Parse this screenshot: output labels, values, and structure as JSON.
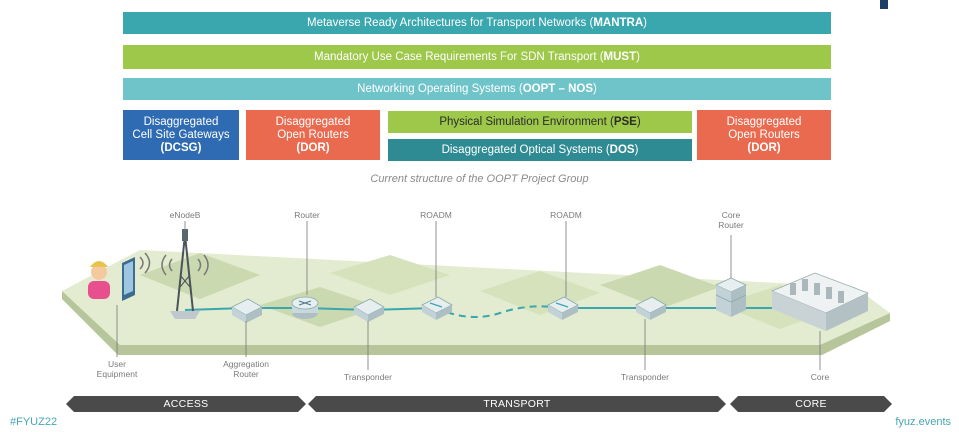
{
  "bars": [
    {
      "text": "Metaverse Ready Architectures for Transport Networks (",
      "bold": "MANTRA",
      "end": ")",
      "color": "#3aa6ae"
    },
    {
      "text": "Mandatory Use Case Requirements For SDN Transport (",
      "bold": "MUST",
      "end": ")",
      "color": "#9dc84a"
    },
    {
      "text": "Networking Operating Systems (",
      "bold": "OOPT – NOS",
      "end": ")",
      "color": "#6fc4c9"
    }
  ],
  "boxes": {
    "dcsg": {
      "line1": "Disaggregated",
      "line2": "Cell Site Gateways",
      "abbr": "(DCSG)",
      "color": "#2e6bb3"
    },
    "dor_left": {
      "line1": "Disaggregated",
      "line2": "Open Routers",
      "abbr": "(DOR)",
      "color": "#ea6a4f"
    },
    "pse": {
      "text": "Physical Simulation Environment (",
      "bold": "PSE",
      "end": ")",
      "color": "#9dc84a"
    },
    "dos": {
      "text": "Disaggregated Optical Systems (",
      "bold": "DOS",
      "end": ")",
      "color": "#2f8b93"
    },
    "dor_right": {
      "line1": "Disaggregated",
      "line2": "Open Routers",
      "abbr": "(DOR)",
      "color": "#ea6a4f"
    }
  },
  "caption": "Current structure of the OOPT Project Group",
  "network": {
    "top_labels": {
      "enodeb": "eNodeB",
      "router": "Router",
      "roadm1": "ROADM",
      "roadm2": "ROADM",
      "core_router_1": "Core",
      "core_router_2": "Router"
    },
    "bottom_labels": {
      "user_equipment_1": "User",
      "user_equipment_2": "Equipment",
      "aggregation_router_1": "Aggregation",
      "aggregation_router_2": "Router",
      "transponder_left": "Transponder",
      "transponder_right": "Transponder",
      "core": "Core"
    },
    "colors": {
      "link": "#3aa6ae",
      "ground_light": "#e3ecd0",
      "ground_dark": "#cbd9b0",
      "device": "#c8d9de"
    }
  },
  "stages": {
    "access": "ACCESS",
    "transport": "TRANSPORT",
    "core": "CORE",
    "color": "#4a4a4a"
  },
  "footer": {
    "hashtag": "#FYUZ22",
    "site": "fyuz.events"
  }
}
